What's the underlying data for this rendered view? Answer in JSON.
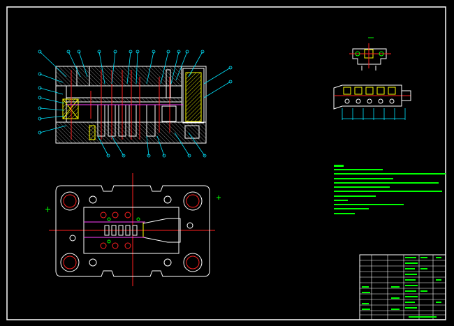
{
  "colors": {
    "background": "#000000",
    "frame": "#ffffff",
    "leader": "#00e5ff",
    "text": "#00ff00",
    "center_line": "#ff2020",
    "hatch": "#ffff00",
    "part": "#ff40ff"
  },
  "views": [
    "section-view",
    "plan-view",
    "part-detail",
    "strip-layout",
    "technical-notes",
    "title-block"
  ]
}
